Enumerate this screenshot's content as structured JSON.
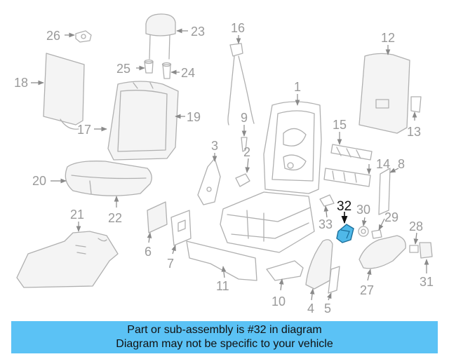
{
  "highlight_color": "#4fb8e8",
  "banner_color": "#5bc2f5",
  "highlighted_part": "32",
  "callouts": [
    "1",
    "2",
    "3",
    "4",
    "5",
    "6",
    "7",
    "8",
    "9",
    "10",
    "11",
    "12",
    "13",
    "14",
    "15",
    "16",
    "17",
    "18",
    "19",
    "20",
    "21",
    "22",
    "23",
    "24",
    "25",
    "26",
    "27",
    "28",
    "29",
    "30",
    "31",
    "32",
    "33"
  ],
  "banner": {
    "line1": "Part or sub-assembly is #32 in diagram",
    "line2": "Diagram may not be specific to your vehicle"
  }
}
